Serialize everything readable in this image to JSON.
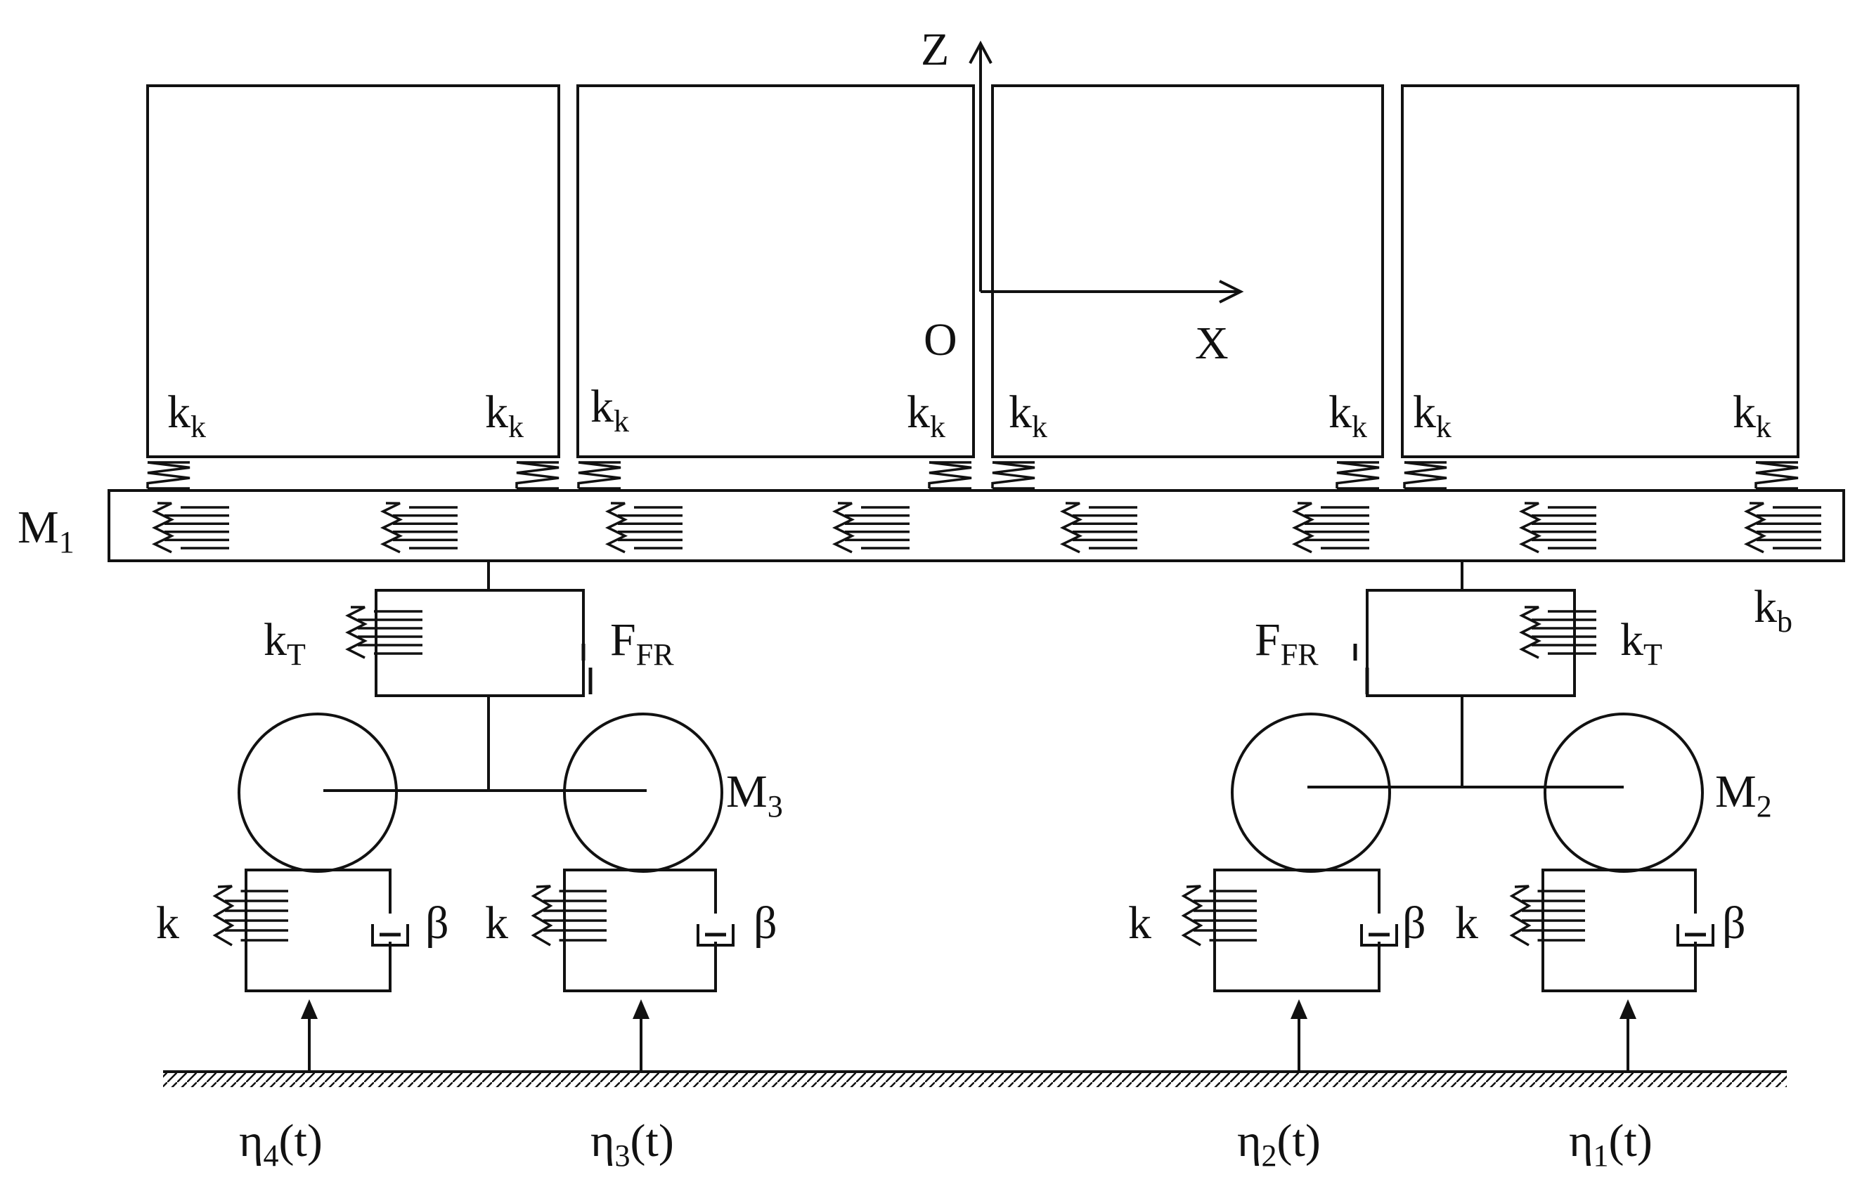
{
  "labels": {
    "axis_z": "Z",
    "axis_x": "X",
    "origin": "O",
    "kk_main": "k",
    "kk_sub": "k",
    "m1_main": "M",
    "m1_sub": "1",
    "m2_main": "M",
    "m2_sub": "2",
    "m3_main": "M",
    "m3_sub": "3",
    "kT_main": "k",
    "kT_sub": "T",
    "kb_main": "k",
    "kb_sub": "b",
    "FFR_main": "F",
    "FFR_sub": "FR",
    "k": "k",
    "beta": "β",
    "eta_main": "η",
    "eta_suffix": "(t)",
    "eta1_sub": "1",
    "eta2_sub": "2",
    "eta3_sub": "3",
    "eta4_sub": "4"
  },
  "colors": {
    "line": "#111111",
    "background": "#ffffff"
  }
}
